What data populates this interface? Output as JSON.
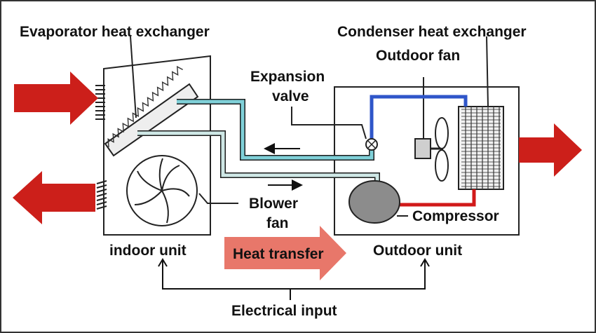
{
  "labels": {
    "evaporator": "Evaporator heat exchanger",
    "condenser": "Condenser heat exchanger",
    "outdoor_fan": "Outdoor fan",
    "expansion_line1": "Expansion",
    "expansion_line2": "valve",
    "blower_line1": "Blower",
    "blower_line2": "fan",
    "compressor": "Compressor",
    "indoor_unit": "indoor unit",
    "outdoor_unit": "Outdoor unit",
    "heat_transfer": "Heat transfer",
    "electrical_input": "Electrical input"
  },
  "colors": {
    "hot_air_arrow": "#cc1f1a",
    "heat_transfer_arrow": "#e8776a",
    "liquid_line": "#2f56c9",
    "hot_line": "#d11a1a",
    "cold_line": "#7fd0d8",
    "suction_line": "#cfe8e6",
    "compressor_fill": "#8c8c8c"
  }
}
